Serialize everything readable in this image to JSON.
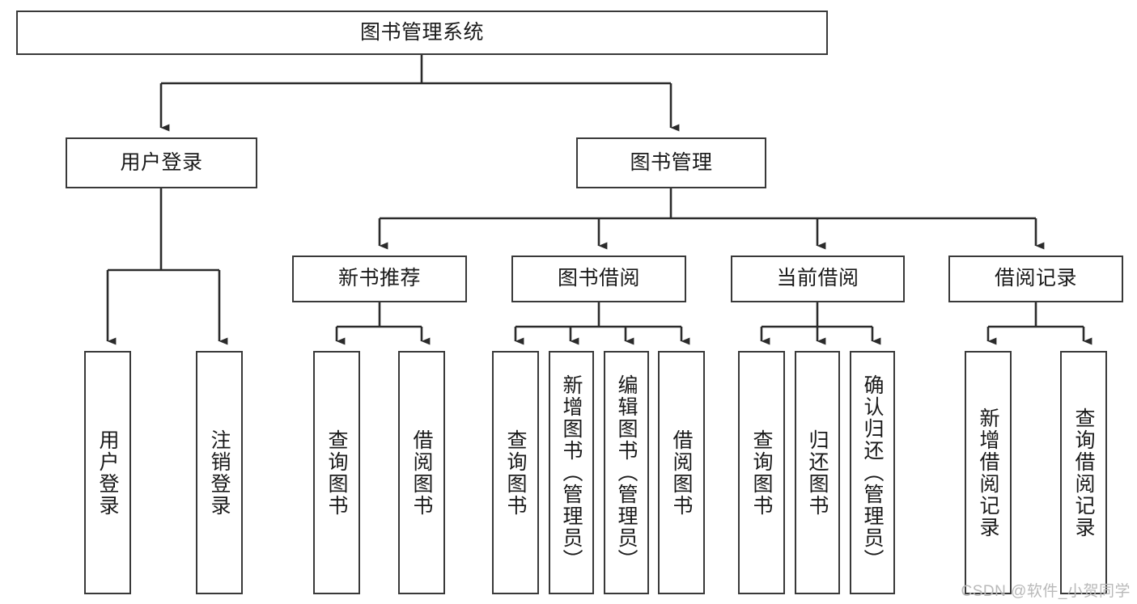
{
  "diagram": {
    "type": "tree-hierarchy-chart",
    "title": "图书管理系统",
    "line_color": "#393939",
    "text_color": "#1a1a1a",
    "background": "#ffffff",
    "root": {
      "label": "图书管理系统"
    },
    "level2": [
      {
        "label": "用户登录"
      },
      {
        "label": "图书管理"
      }
    ],
    "level3": [
      {
        "label": "新书推荐"
      },
      {
        "label": "图书借阅"
      },
      {
        "label": "当前借阅"
      },
      {
        "label": "借阅记录"
      }
    ],
    "leaves": {
      "user_login": [
        {
          "label": "用户登录"
        },
        {
          "label": "注销登录"
        }
      ],
      "new_book_recommend": [
        {
          "label": "查询图书"
        },
        {
          "label": "借阅图书"
        }
      ],
      "book_borrow": [
        {
          "label": "查询图书"
        },
        {
          "label": "新增图书（管理员）"
        },
        {
          "label": "编辑图书（管理员）"
        },
        {
          "label": "借阅图书"
        }
      ],
      "current_borrow": [
        {
          "label": "查询图书"
        },
        {
          "label": "归还图书"
        },
        {
          "label": "确认归还（管理员）"
        }
      ],
      "borrow_record": [
        {
          "label": "新增借阅记录"
        },
        {
          "label": "查询借阅记录"
        }
      ]
    }
  },
  "watermark": {
    "text": "CSDN @软件_小贺同学"
  }
}
